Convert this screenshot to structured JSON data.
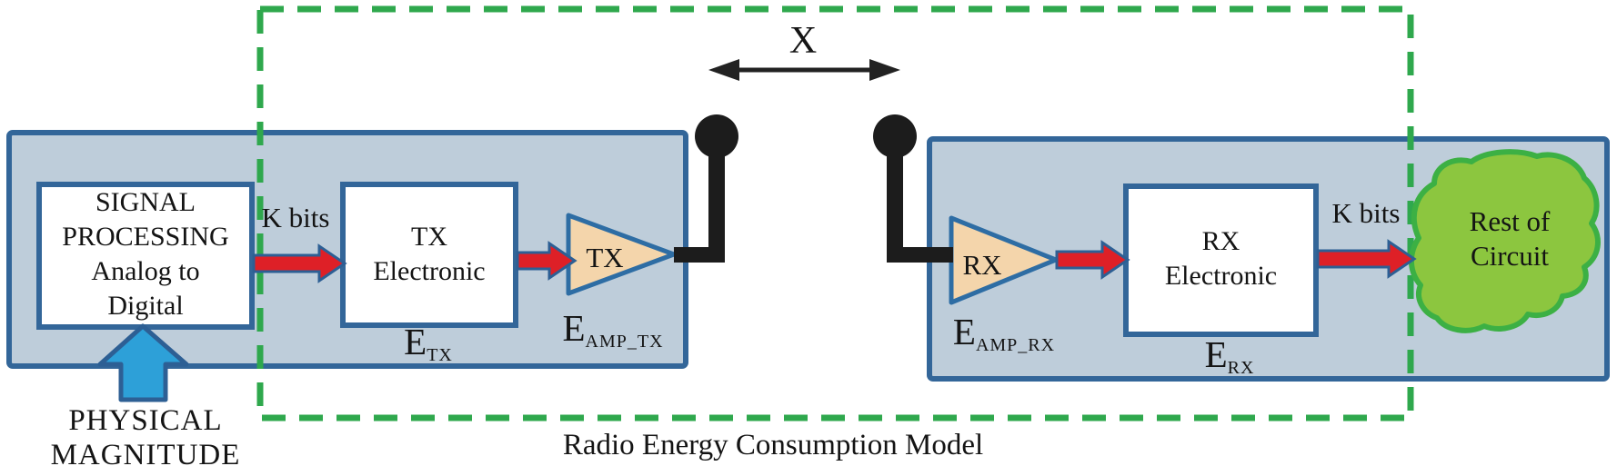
{
  "diagram": {
    "caption": "Radio Energy Consumption Model",
    "distance_label": "X",
    "transmitter": {
      "input_label": "PHYSICAL\nMAGNITUDE",
      "signal_processing_label": "SIGNAL\nPROCESSING\nAnalog to\nDigital",
      "k_bits_label": "K bits",
      "electronic_label": "TX\nElectronic",
      "amplifier_label": "TX",
      "energy_electronic": {
        "base": "E",
        "sub": "TX"
      },
      "energy_amplifier": {
        "base": "E",
        "sub": "AMP_TX"
      }
    },
    "receiver": {
      "amplifier_label": "RX",
      "electronic_label": "RX\nElectronic",
      "k_bits_label": "K bits",
      "rest_of_circuit_label": "Rest of\nCircuit",
      "energy_amplifier": {
        "base": "E",
        "sub": "AMP_RX"
      },
      "energy_electronic": {
        "base": "E",
        "sub": "RX"
      }
    },
    "colors": {
      "node_fill": "#becdda",
      "node_border": "#336699",
      "module_fill": "#ffffff",
      "module_border": "#336699",
      "red_arrow": "#de2027",
      "red_arrow_outline": "#2d5f94",
      "amp_fill": "#f4d5ab",
      "amp_border": "#2e6da4",
      "dashed_boundary_green": "#2fa84d",
      "blob_fill": "#8cc63f",
      "blob_border": "#3cb044",
      "input_arrow_fill": "#2da0d8",
      "input_arrow_border": "#2d5f94",
      "antenna_color": "#1c1c1c",
      "distance_arrow": "#222222"
    }
  }
}
